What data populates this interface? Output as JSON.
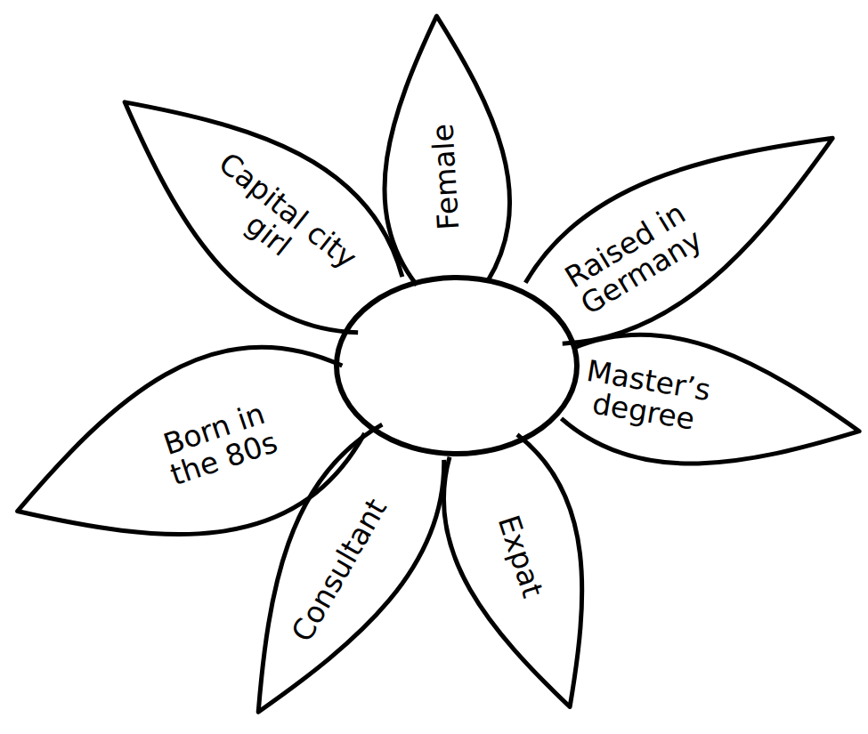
{
  "diagram": {
    "nodes": [
      {
        "text": [
          "Female"
        ]
      },
      {
        "text": [
          "Raised in Germany"
        ]
      },
      {
        "text": [
          "Master’s degree"
        ]
      },
      {
        "text": [
          "Expat"
        ]
      },
      {
        "text": [
          "Consultant"
        ]
      },
      {
        "text": [
          "Born in the 80s"
        ]
      },
      {
        "text": [
          "Capital city girl"
        ]
      }
    ]
  }
}
